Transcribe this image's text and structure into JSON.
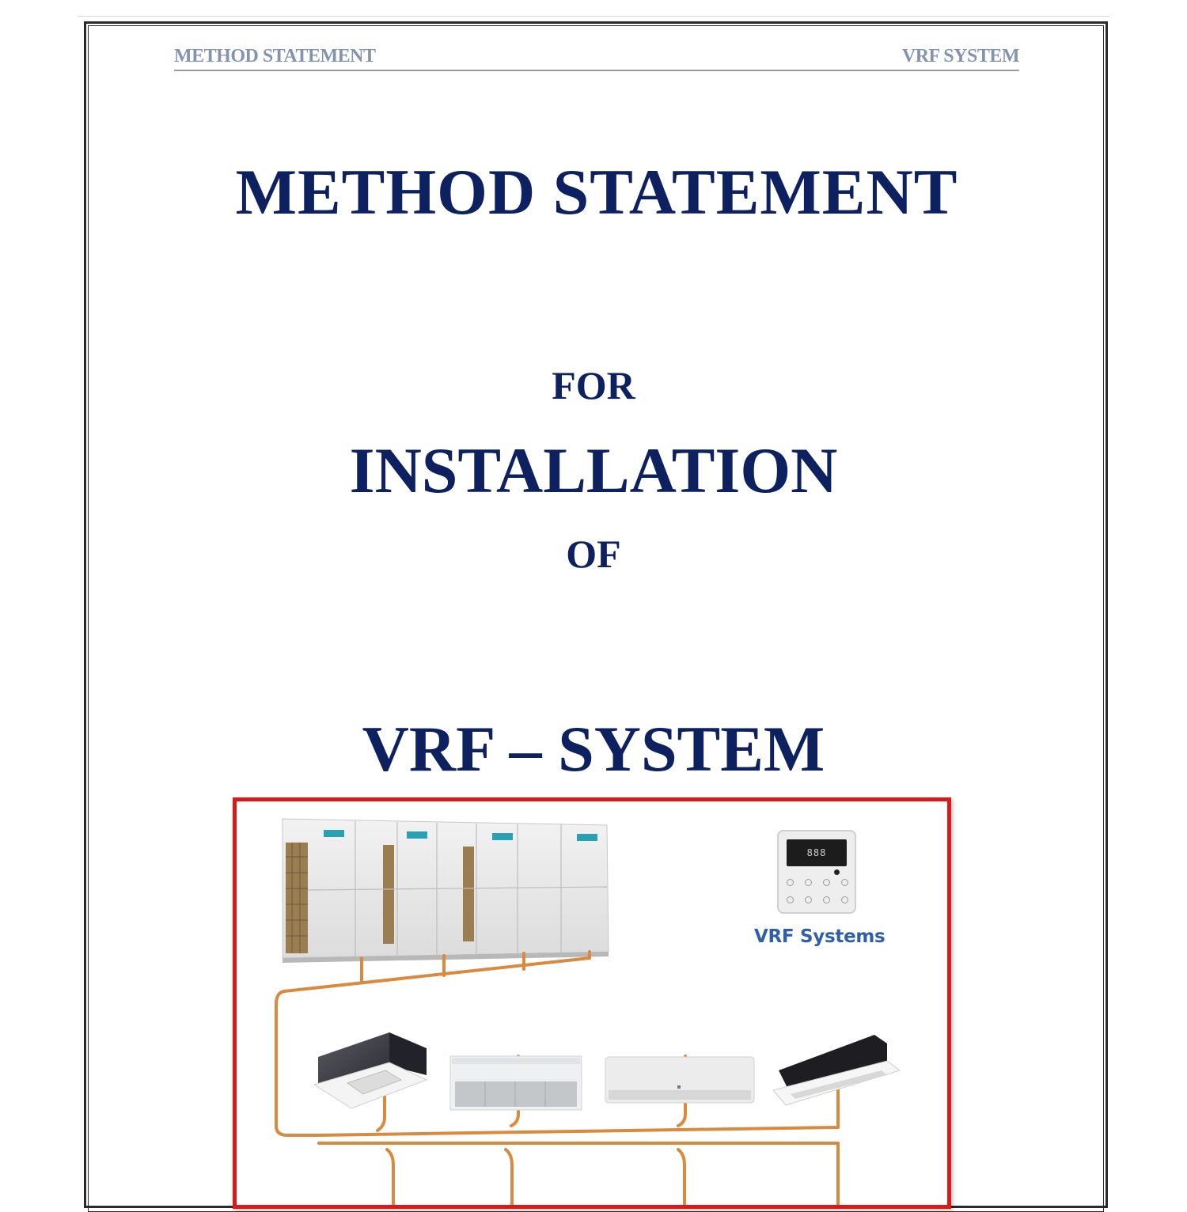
{
  "header": {
    "left": "METHOD STATEMENT",
    "right": "VRF SYSTEM"
  },
  "title": {
    "line1": "METHOD STATEMENT",
    "line2": "FOR",
    "line3": "INSTALLATION",
    "line4": "OF",
    "line5": "VRF – SYSTEM"
  },
  "diagram": {
    "caption": "VRF Systems",
    "controller_display": "888",
    "outdoor_units_count": 4,
    "indoor_units": [
      "ceiling-cassette-4way",
      "floor-ceiling-convertible",
      "wall-mounted-split",
      "ceiling-cassette-1way"
    ],
    "colors": {
      "frame": "#d71a1a",
      "pipe": "#d98a3d",
      "caption": "#2e5fa8"
    }
  },
  "colors": {
    "title": "#0d2060",
    "header_text": "#8493b0"
  }
}
